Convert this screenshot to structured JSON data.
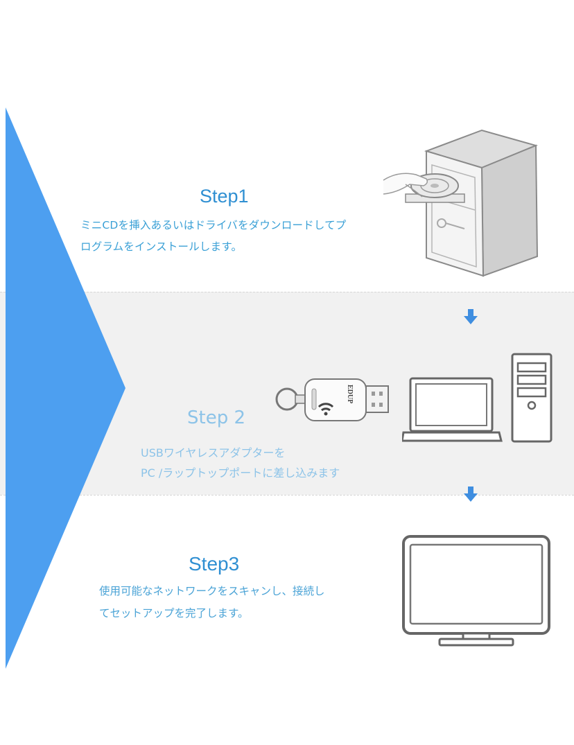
{
  "steps": [
    {
      "title": "Step1",
      "desc_line1": "ミニCDを挿入あるいはドライバをダウンロードしてプ",
      "desc_line2": "ログラムをインストールします。"
    },
    {
      "title": "Step 2",
      "desc_line1": "USBワイヤレスアダプターを",
      "desc_line2": "PC /ラップトップポートに差し込みます"
    },
    {
      "title": "Step3",
      "desc_line1": "使用可能なネットワークをスキャンし、接続し",
      "desc_line2": "てセットアップを完了します。"
    }
  ],
  "adapter": {
    "brand": "EDUP"
  },
  "colors": {
    "accent_triangle": "#4d9ff0",
    "step_title": "#2f8fd2",
    "step2_text": "#8cc3e8",
    "arrow": "#3f8ee0"
  },
  "icons": [
    "computer-tower-icon",
    "cd-disc-icon",
    "usb-adapter-icon",
    "wifi-icon",
    "laptop-icon",
    "desktop-tower-icon",
    "monitor-icon",
    "arrow-down-icon"
  ]
}
